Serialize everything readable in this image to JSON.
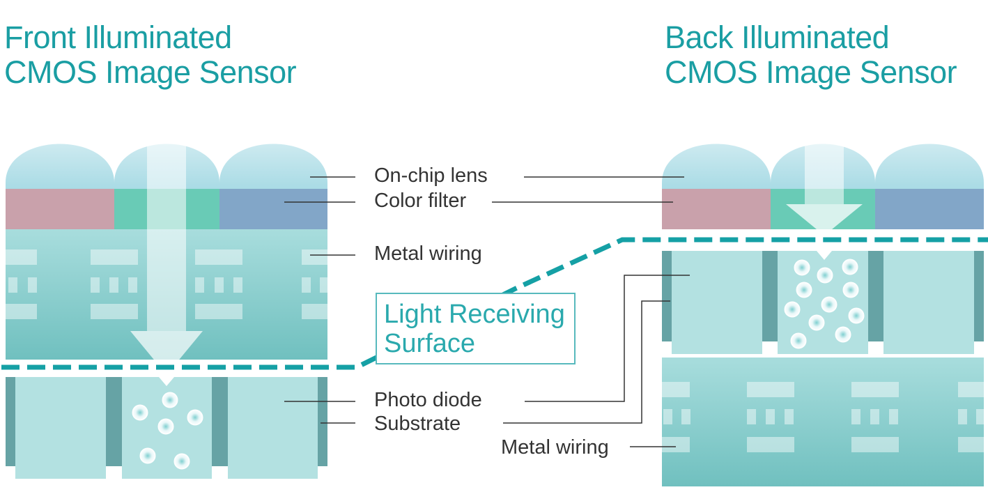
{
  "titles": {
    "front": {
      "line1": "Front Illuminated",
      "line2": "CMOS Image Sensor"
    },
    "back": {
      "line1": "Back Illuminated",
      "line2": "CMOS Image Sensor"
    }
  },
  "labels": {
    "on_chip_lens": "On-chip lens",
    "color_filter": "Color filter",
    "metal_wiring_front": "Metal wiring",
    "photo_diode": "Photo diode",
    "substrate": "Substrate",
    "metal_wiring_back": "Metal wiring"
  },
  "callout": {
    "line1": "Light Receiving",
    "line2": "Surface"
  },
  "colors": {
    "accent": "#15a0a5",
    "lens": "#bde4ec",
    "filter_red": "#c9a1ab",
    "filter_green": "#69cbb6",
    "filter_blue": "#82a6c8",
    "wiring_top": "#a6dcdc",
    "wiring_bottom": "#72c1c0",
    "photodiode": "#b3e1e1",
    "substrate_dark": "#66a3a5"
  }
}
